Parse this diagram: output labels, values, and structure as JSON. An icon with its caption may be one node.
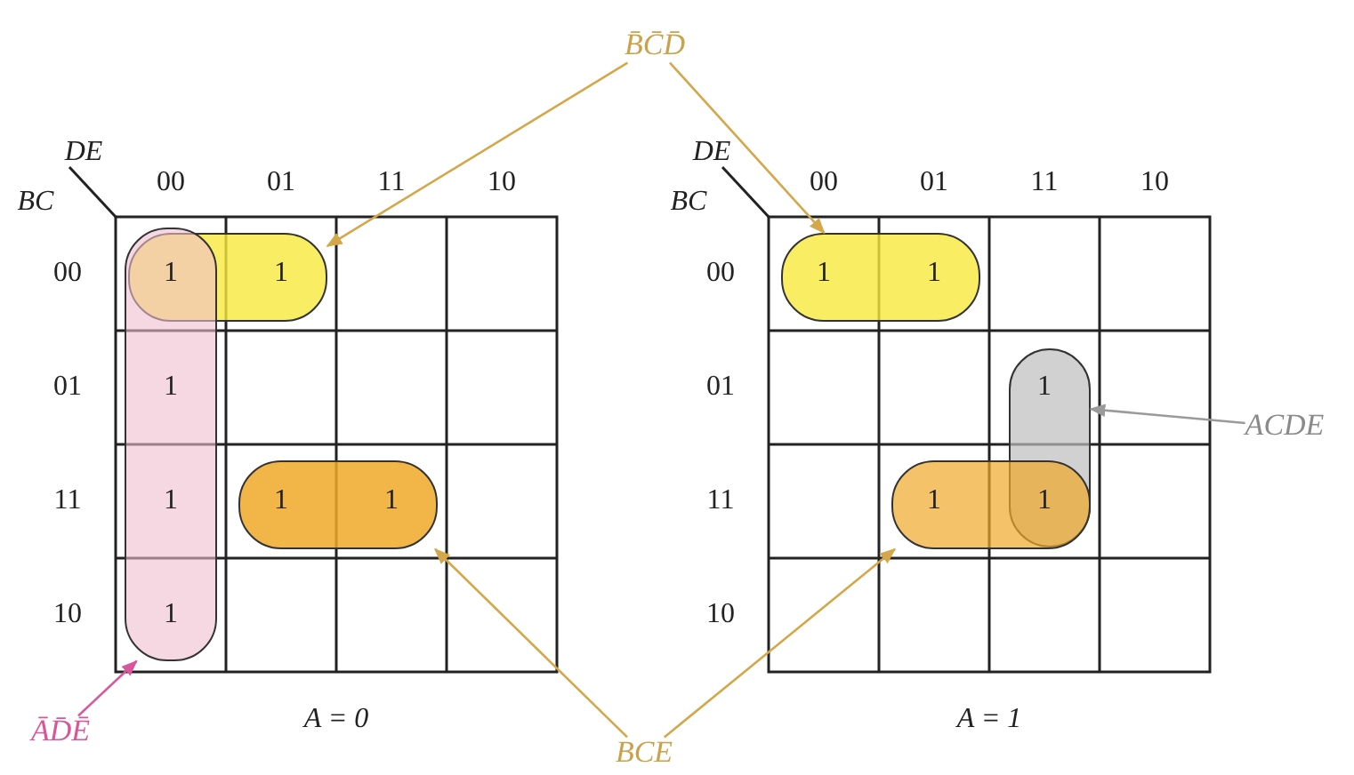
{
  "diagram": {
    "nodes": [
      {
        "text": [
          "B̄C̄D̄"
        ]
      },
      {
        "text": [],
        "shape": "box"
      },
      {
        "text": [],
        "shape": "box"
      },
      {
        "text": [],
        "shape": "box"
      },
      {
        "text": [],
        "shape": "box"
      },
      {
        "text": [],
        "shape": "box"
      },
      {
        "text": [],
        "shape": "box"
      },
      {
        "text": [
          "ACDE"
        ]
      },
      {
        "text": [
          "ĀD̄Ē"
        ]
      },
      {
        "text": [
          "BCE"
        ]
      }
    ],
    "edges": [
      {
        "from": 0,
        "to": 1,
        "arrow": "to"
      },
      {
        "from": 0,
        "to": 4,
        "arrow": "to"
      },
      {
        "from": 7,
        "to": 5,
        "arrow": "to",
        "color": "#9a9a9a"
      },
      {
        "from": 8,
        "to": 2,
        "arrow": "to",
        "color": "#d9569a"
      },
      {
        "from": 9,
        "to": 3,
        "arrow": "to"
      },
      {
        "from": 9,
        "to": 6,
        "arrow": "to"
      }
    ],
    "labels": [
      "DE",
      "BC",
      "00",
      "01",
      "11",
      "10",
      "00",
      "1",
      "1",
      "01",
      "1",
      "11",
      "1",
      "1",
      "1",
      "10",
      "1",
      "A = 0",
      "DE",
      "BC",
      "00",
      "01",
      "11",
      "10",
      "00",
      "1",
      "1",
      "01",
      "1",
      "11",
      "1",
      "1",
      "10",
      "A = 1"
    ]
  }
}
